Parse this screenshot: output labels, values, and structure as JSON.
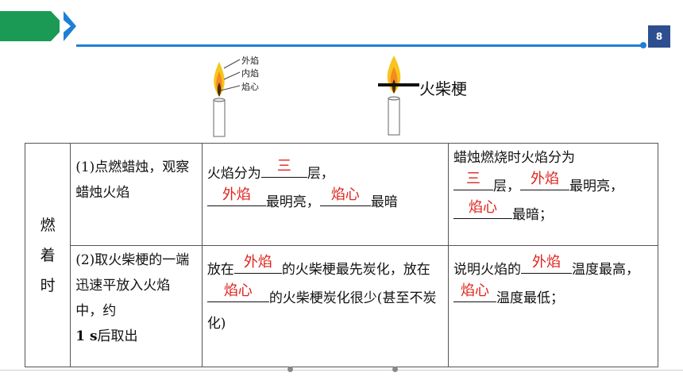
{
  "header": {
    "page_number": "8"
  },
  "figures": {
    "candle_labels": [
      "外焰",
      "内焰",
      "焰心"
    ],
    "match_label": "火柴梗"
  },
  "table": {
    "row_header": [
      "燃",
      "着",
      "时"
    ],
    "row1": {
      "step": "(1)点燃蜡烛，观察蜡烛火焰",
      "mid_a": "火焰分为",
      "mid_ans1": "三",
      "mid_b": "层，",
      "mid_ans2": "外焰",
      "mid_c": "最明亮，",
      "mid_ans3": "焰心",
      "mid_d": "最暗",
      "right_a": "蜡烛燃烧时火焰分为",
      "right_ans1": "三",
      "right_b": "层，",
      "right_ans2": "外焰",
      "right_c": "最明亮，",
      "right_ans3": "焰心",
      "right_d": "最暗；"
    },
    "row2": {
      "step_a": "(2)取火柴梗的一端迅速平放入火焰中，约",
      "step_b": "1 s",
      "step_c": "后取出",
      "mid_a": "放在",
      "mid_ans1": "外焰",
      "mid_b": "的火柴梗最先炭化，放在",
      "mid_ans2": "焰心",
      "mid_c": "的火柴梗炭化很少(甚至不炭化)",
      "right_a": "说明火焰的",
      "right_ans1": "外焰",
      "right_b": "温度最高，",
      "right_ans2": "焰心",
      "right_c": "温度最低；"
    }
  },
  "colors": {
    "green": "#1a9a55",
    "blue": "#1f7fd6",
    "answer_red": "#e0231c",
    "page_box": "#2e4f8f"
  }
}
